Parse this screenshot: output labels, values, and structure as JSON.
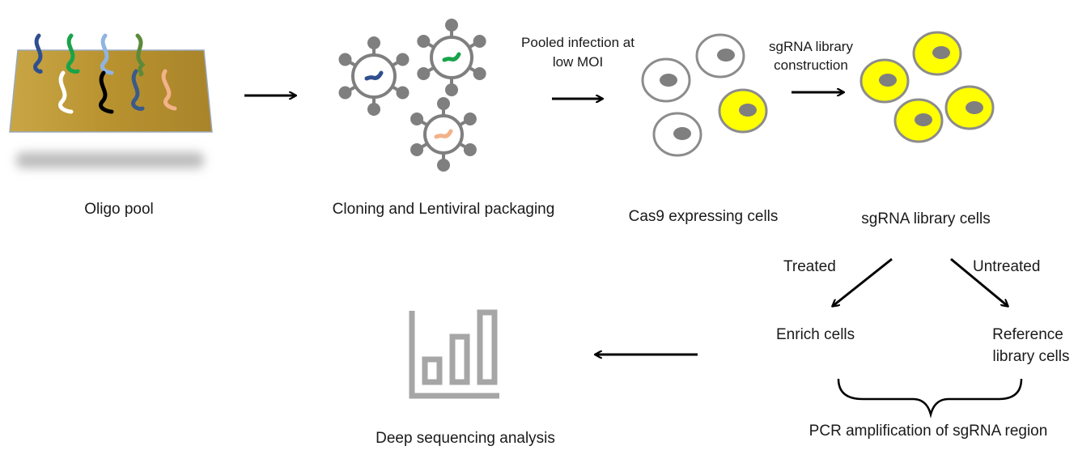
{
  "stages": {
    "oligo_pool": "Oligo pool",
    "cloning": "Cloning and Lentiviral packaging",
    "cas9_cells": "Cas9 expressing cells",
    "library_cells": "sgRNA library cells",
    "enrich_cells": "Enrich cells",
    "reference_cells_line1": "Reference",
    "reference_cells_line2": "library cells",
    "pcr": "PCR amplification of sgRNA region",
    "deep_seq": "Deep sequencing analysis"
  },
  "arrows": {
    "infection_line1": "Pooled infection at",
    "infection_line2": "low MOI",
    "construction_line1": "sgRNA library",
    "construction_line2": "construction",
    "treated": "Treated",
    "untreated": "Untreated"
  },
  "colors": {
    "plate": "#b8922f",
    "cell_yellow": "#ffff00",
    "cell_border": "#8c8c8c",
    "nucleus": "#7f7f7f",
    "virus": "#7f7f7f",
    "chart_icon": "#a6a6a6"
  },
  "icons": [
    "oligo-plate",
    "lentivirus-particle",
    "cell",
    "bar-chart-icon",
    "curly-brace"
  ]
}
